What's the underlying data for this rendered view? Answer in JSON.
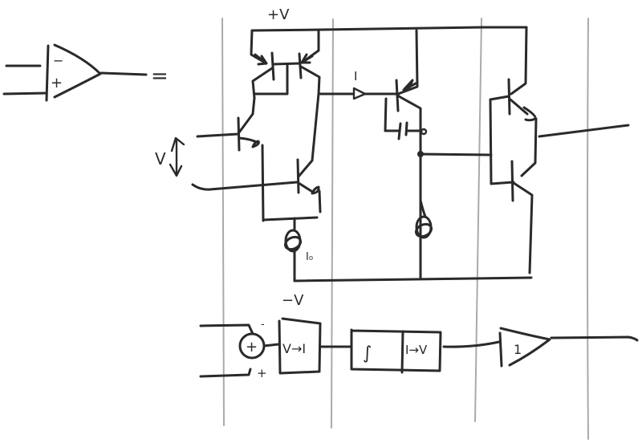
{
  "diagram": {
    "title": "Op-amp internal structure sketch",
    "colors": {
      "ink": "#2a2a2a",
      "grid": "#aaaaaa",
      "background": "#ffffff"
    },
    "opamp_symbol": {
      "minus_label": "−",
      "plus_label": "+",
      "equals_label": "="
    },
    "supply": {
      "positive_label": "+V",
      "negative_label": "−V"
    },
    "input_stage": {
      "input_voltage_label": "V",
      "tail_current_label": "I₀"
    },
    "gain_stage": {
      "current_label": "I"
    },
    "block_diagram": {
      "summer_symbol": "+",
      "summer_minus": "-",
      "summer_plus": "+",
      "blocks": [
        {
          "label": "V→I"
        },
        {
          "label": "∫"
        },
        {
          "label": "I→V"
        },
        {
          "label": "1"
        }
      ]
    }
  }
}
